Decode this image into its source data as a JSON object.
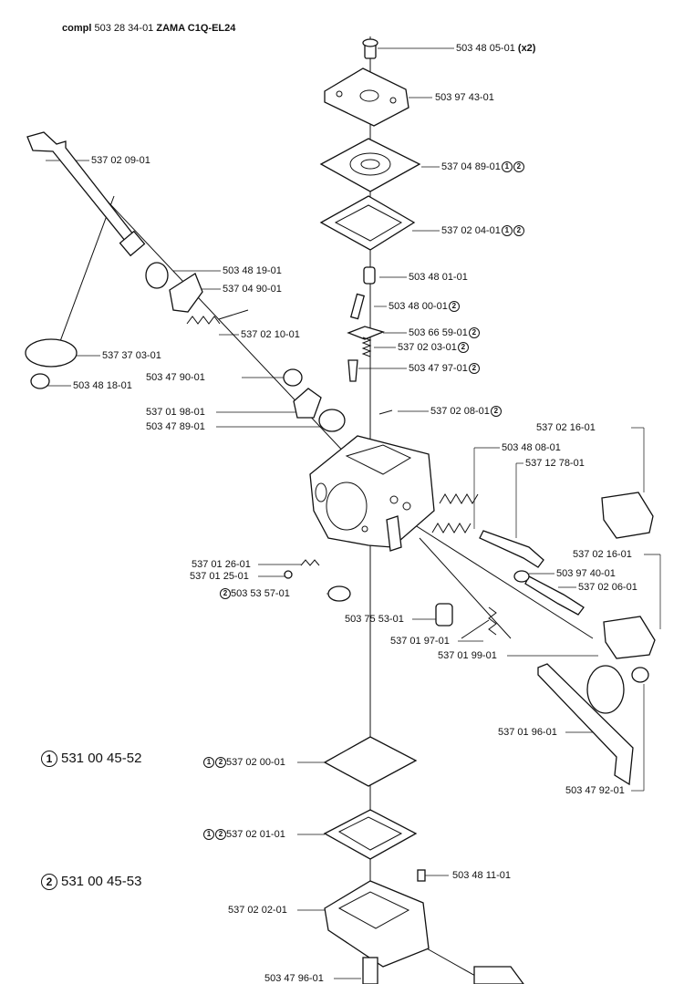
{
  "header": {
    "prefix": "compl",
    "number": "503 28 34-01",
    "model": "ZAMA C1Q-EL24"
  },
  "parts": [
    {
      "label": "503 48 05-01",
      "qty": "(x2)"
    },
    {
      "label": "503 97 43-01"
    },
    {
      "label": "537 04 89-01",
      "kits": [
        "1",
        "2"
      ]
    },
    {
      "label": "537 02 04-01",
      "kits": [
        "1",
        "2"
      ]
    },
    {
      "label": "503 48 01-01"
    },
    {
      "label": "503 48 00-01",
      "kits": [
        "2"
      ]
    },
    {
      "label": "503 66 59-01",
      "kits": [
        "2"
      ]
    },
    {
      "label": "537 02 03-01",
      "kits": [
        "2"
      ]
    },
    {
      "label": "503 47 97-01",
      "kits": [
        "2"
      ]
    },
    {
      "label": "537 02 08-01",
      "kits": [
        "2"
      ]
    },
    {
      "label": "537 02 09-01"
    },
    {
      "label": "503 48 19-01"
    },
    {
      "label": "537 04 90-01"
    },
    {
      "label": "537 02 10-01"
    },
    {
      "label": "537 37 03-01"
    },
    {
      "label": "503 47 90-01"
    },
    {
      "label": "503 48 18-01"
    },
    {
      "label": "537 01 98-01"
    },
    {
      "label": "503 47 89-01"
    },
    {
      "label": "537 02 16-01"
    },
    {
      "label": "503 48 08-01"
    },
    {
      "label": "537 12 78-01"
    },
    {
      "label": "537 02 16-01"
    },
    {
      "label": "503 97 40-01"
    },
    {
      "label": "537 02 06-01"
    },
    {
      "label": "537 01 26-01"
    },
    {
      "label": "537 01 25-01"
    },
    {
      "label": "503 53 57-01",
      "kits_before": [
        "2"
      ]
    },
    {
      "label": "503 75 53-01"
    },
    {
      "label": "537 01 97-01"
    },
    {
      "label": "537 01 99-01"
    },
    {
      "label": "537 01 96-01"
    },
    {
      "label": "503 47 92-01"
    },
    {
      "label": "537 02 00-01",
      "kits_before": [
        "1",
        "2"
      ]
    },
    {
      "label": "537 02 01-01",
      "kits_before": [
        "1",
        "2"
      ]
    },
    {
      "label": "503 48 11-01"
    },
    {
      "label": "537 02 02-01"
    },
    {
      "label": "503 47 96-01"
    }
  ],
  "kits": [
    {
      "symbol": "1",
      "number": "531 00 45-52"
    },
    {
      "symbol": "2",
      "number": "531 00 45-53"
    }
  ]
}
